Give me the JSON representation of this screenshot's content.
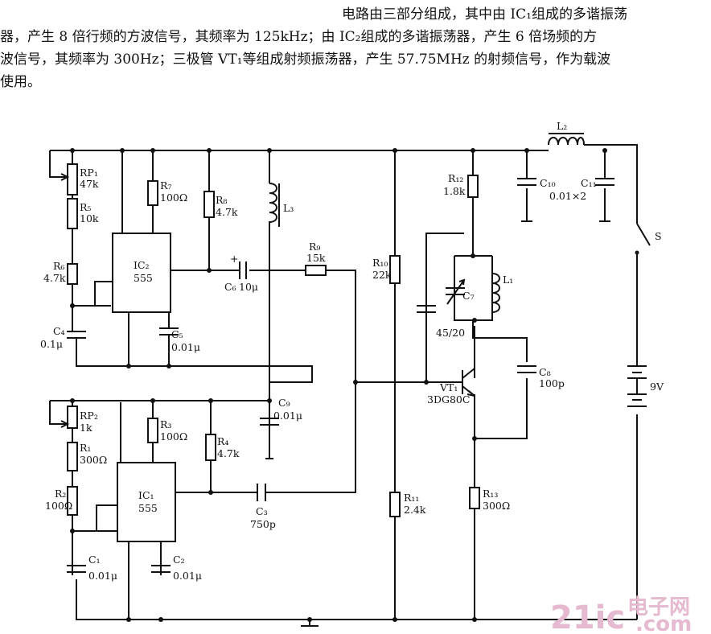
{
  "paragraph": {
    "line1": "电路由三部分组成，其中由 IC₁组成的多谐振荡",
    "line2": "器，产生 8 倍行频的方波信号，其频率为 125kHz；由 IC₂组成的多谐振荡器，产生 6 倍场频的方",
    "line3": "波信号，其频率为 300Hz；三极管 VT₁等组成射频振荡器，产生 57.75MHz 的射频信号，作为载波",
    "line4": "使用。"
  },
  "components": {
    "rp1": "RP₁",
    "rp1_val": "47k",
    "r5": "R₅",
    "r5_val": "10k",
    "r6": "R₆",
    "r6_val": "4.7k",
    "c4": "C₄",
    "c4_val": "0.1μ",
    "ic2": "IC₂",
    "ic2_type": "555",
    "r7": "R₇",
    "r7_val": "100Ω",
    "c5": "C₅",
    "c5_val": "0.01μ",
    "r8": "R₈",
    "r8_val": "4.7k",
    "c6": "C₆",
    "c6_val": "10μ",
    "l3": "L₃",
    "r9": "R₉",
    "r9_val": "15k",
    "r10": "R₁₀",
    "r10_val": "22k",
    "r12": "R₁₂",
    "r12_val": "1.8k",
    "c7": "C₇",
    "c7_val": "45/20",
    "l1": "L₁",
    "l2": "L₂",
    "c10": "C₁₀",
    "c11": "C₁₁",
    "c10_c11_val": "0.01×2",
    "s": "S",
    "battery_val": "9V",
    "vt1": "VT₁",
    "vt1_type": "3DG80C",
    "c8": "C₈",
    "c8_val": "100p",
    "c9": "C₉",
    "c9_val": "0.01μ",
    "rp2": "RP₂",
    "rp2_val": "1k",
    "r1": "R₁",
    "r1_val": "300Ω",
    "r2": "R₂",
    "r2_val": "100Ω",
    "ic1": "IC₁",
    "ic1_type": "555",
    "r3": "R₃",
    "r3_val": "100Ω",
    "r4": "R₄",
    "r4_val": "4.7k",
    "c3": "C₃",
    "c3_val": "750p",
    "c1": "C₁",
    "c1_val": "0.01μ",
    "c2": "C₂",
    "c2_val": "0.01μ",
    "r11": "R₁₁",
    "r11_val": "2.4k",
    "r13": "R₁₃",
    "r13_val": "300Ω"
  },
  "watermark": {
    "logo": "21ic",
    "cn": "电子网",
    "domain": ".com"
  }
}
